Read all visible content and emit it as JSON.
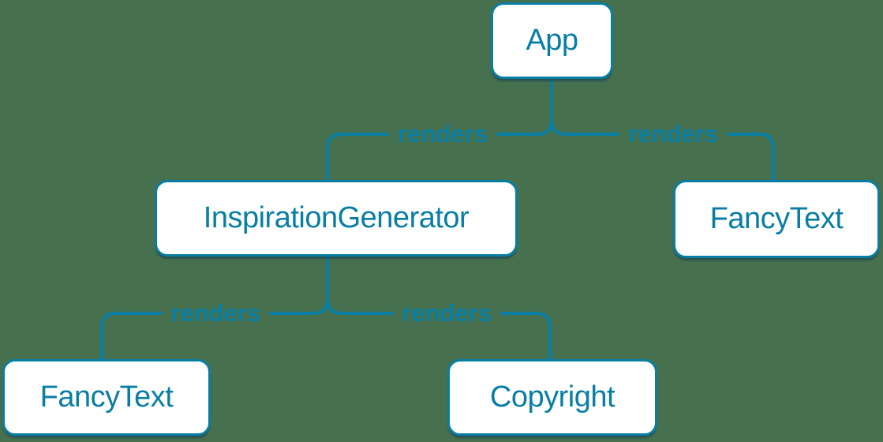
{
  "colors": {
    "background": "#47704E",
    "accent": "#087EA4",
    "node_fill": "#FFFFFF"
  },
  "diagram_type": "component-render-tree",
  "nodes": [
    {
      "id": "app",
      "label": "App"
    },
    {
      "id": "inspiration-generator",
      "label": "InspirationGenerator"
    },
    {
      "id": "fancy-text-top",
      "label": "FancyText"
    },
    {
      "id": "fancy-text-bottom",
      "label": "FancyText"
    },
    {
      "id": "copyright",
      "label": "Copyright"
    }
  ],
  "edges": [
    {
      "from": "App",
      "to": "InspirationGenerator",
      "label": "renders"
    },
    {
      "from": "App",
      "to": "FancyText",
      "label": "renders"
    },
    {
      "from": "InspirationGenerator",
      "to": "FancyText",
      "label": "renders"
    },
    {
      "from": "InspirationGenerator",
      "to": "Copyright",
      "label": "renders"
    }
  ]
}
